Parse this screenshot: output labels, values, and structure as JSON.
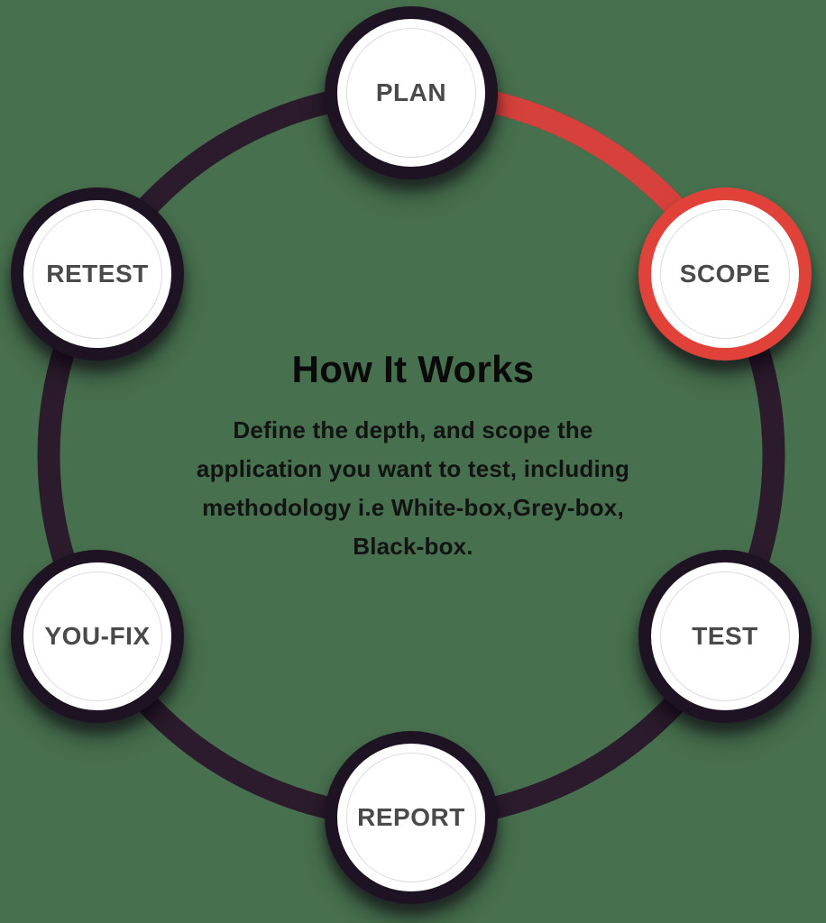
{
  "colors": {
    "background": "#47704E",
    "ring_track": "#2B1B2C",
    "ring_active_segment": "#D6423B",
    "node_border": "#1E1322",
    "active_node_border": "#E0423A",
    "node_fill": "#FFFFFF",
    "inner_ring": "#DCDCDC",
    "step_label": "#4A4A4A",
    "title_text": "#0A0A0A",
    "description_text": "#131313"
  },
  "center": {
    "title": "How It Works",
    "description": "Define the depth, and scope the application you want to test, including methodology i.e White-box,Grey-box, Black-box.",
    "description_lines": [
      "Define the depth, and scope the",
      "application you want to test, including",
      "methodology i.e White-box,Grey-box,",
      "Black-box."
    ]
  },
  "active_step": "SCOPE",
  "steps": [
    {
      "label": "PLAN",
      "active": false
    },
    {
      "label": "SCOPE",
      "active": true
    },
    {
      "label": "TEST",
      "active": false
    },
    {
      "label": "REPORT",
      "active": false
    },
    {
      "label": "YOU-FIX",
      "active": false
    },
    {
      "label": "RETEST",
      "active": false
    }
  ]
}
